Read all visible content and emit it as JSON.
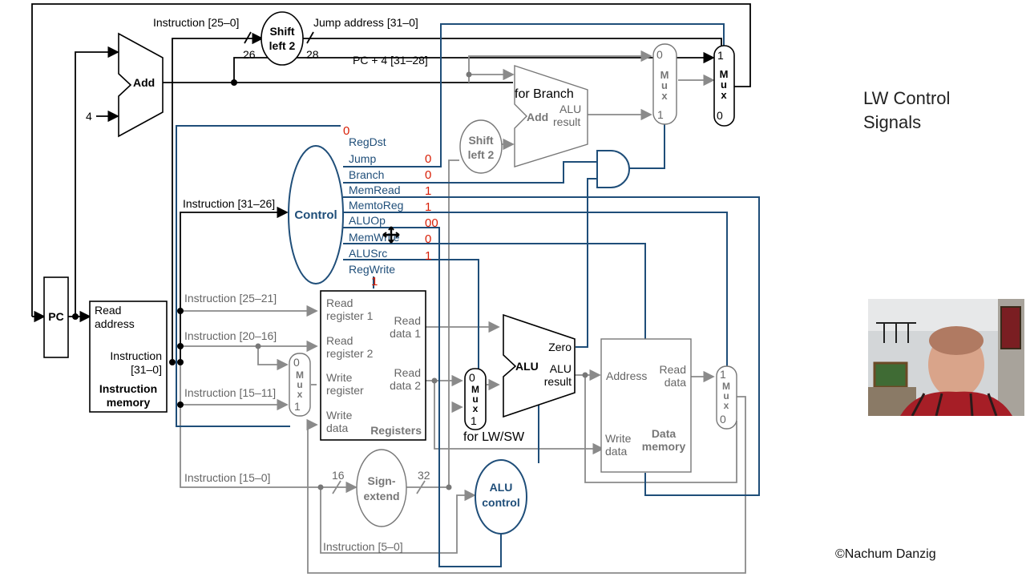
{
  "slide": {
    "title_line1": "LW Control",
    "title_line2": "Signals",
    "credit": "©Nachum Danzig"
  },
  "blocks": {
    "pc": "PC",
    "add": "Add",
    "four": "4",
    "shift_top_1": "Shift",
    "shift_top_2": "left 2",
    "shift_mid_1": "Shift",
    "shift_mid_2": "left 2",
    "imem_read_1": "Read",
    "imem_read_2": "address",
    "imem_instr_1": "Instruction",
    "imem_instr_2": "[31–0]",
    "imem_name_1": "Instruction",
    "imem_name_2": "memory",
    "control": "Control",
    "branch_add_label": "for Branch",
    "branch_add": "Add",
    "branch_add_alu": "ALU",
    "branch_add_result": "result",
    "reg_rr1_1": "Read",
    "reg_rr1_2": "register 1",
    "reg_rr2_1": "Read",
    "reg_rr2_2": "register 2",
    "reg_wr_1": "Write",
    "reg_wr_2": "register",
    "reg_wd_1": "Write",
    "reg_wd_2": "data",
    "reg_rd1_1": "Read",
    "reg_rd1_2": "data 1",
    "reg_rd2_1": "Read",
    "reg_rd2_2": "data 2",
    "registers": "Registers",
    "alu": "ALU",
    "alu_zero": "Zero",
    "alu_alu": "ALU",
    "alu_result": "result",
    "alu_mux_label": "for LW/SW",
    "alu_control_1": "ALU",
    "alu_control_2": "control",
    "sign_1": "Sign-",
    "sign_2": "extend",
    "dmem_address": "Address",
    "dmem_read_1": "Read",
    "dmem_read_2": "data",
    "dmem_write_1": "Write",
    "dmem_write_2": "data",
    "dmem_name_1": "Data",
    "dmem_name_2": "memory",
    "mux_letters": [
      "M",
      "u",
      "x"
    ]
  },
  "wires": {
    "instr_25_0": "Instruction [25–0]",
    "jump_address": "Jump address [31–0]",
    "pc4": "PC + 4 [31–28]",
    "w26": "26",
    "w28": "28",
    "instr_31_26": "Instruction [31–26]",
    "instr_25_21": "Instruction [25–21]",
    "instr_20_16": "Instruction [20–16]",
    "instr_15_11": "Instruction [15–11]",
    "instr_15_0": "Instruction [15–0]",
    "instr_5_0": "Instruction [5–0]",
    "w16": "16",
    "w32": "32",
    "mux_zero": "0",
    "mux_one": "1"
  },
  "control_signals": [
    {
      "name": "RegDst",
      "value": "0"
    },
    {
      "name": "Jump",
      "value": "0"
    },
    {
      "name": "Branch",
      "value": "0"
    },
    {
      "name": "MemRead",
      "value": "1"
    },
    {
      "name": "MemtoReg",
      "value": "1"
    },
    {
      "name": "ALUOp",
      "value": "00"
    },
    {
      "name": "MemWrite",
      "value": "0"
    },
    {
      "name": "ALUSrc",
      "value": "1"
    },
    {
      "name": "RegWrite",
      "value": "1"
    }
  ],
  "colors": {
    "control_line": "#1f4e79",
    "value_text": "#d81e05",
    "datapath": "#000000",
    "secondary": "#8a8a8a"
  }
}
